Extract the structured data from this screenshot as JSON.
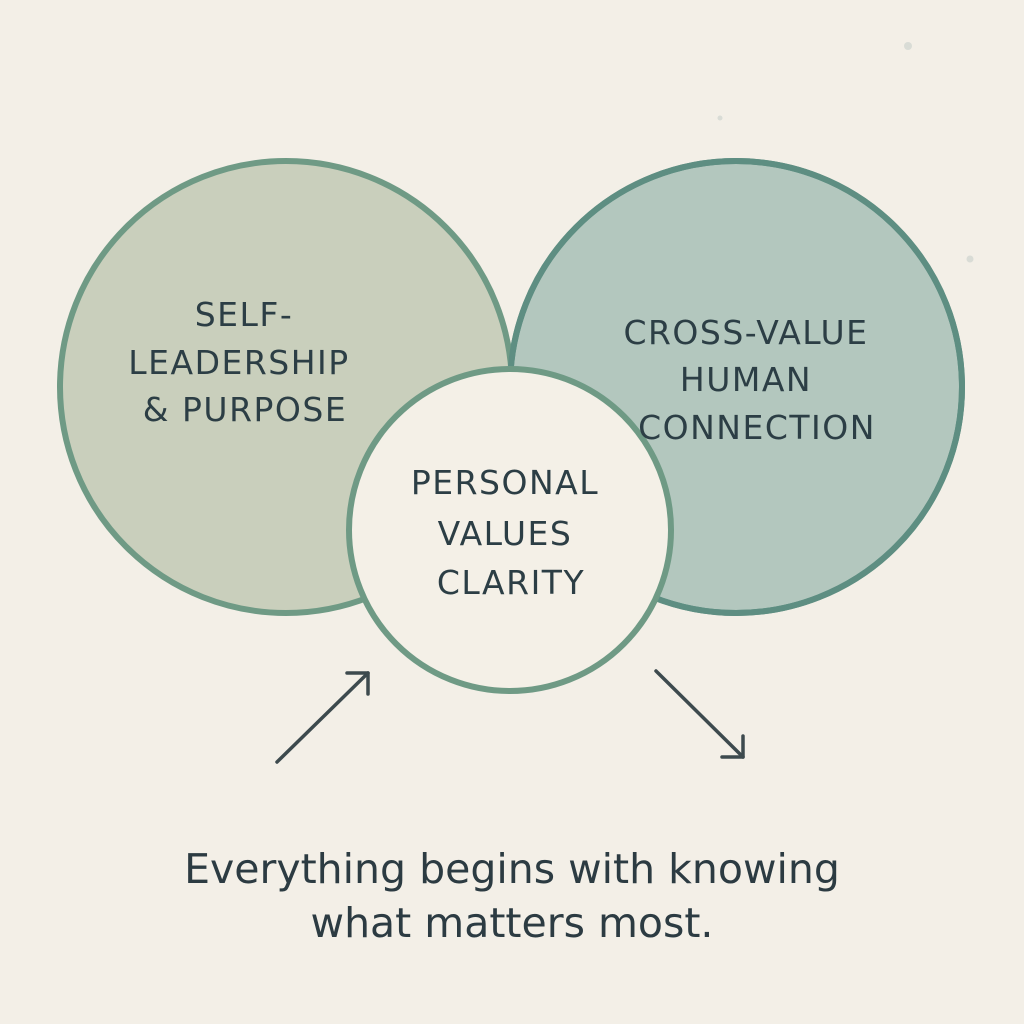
{
  "circles": {
    "left": {
      "lines": [
        "SELF-",
        "LEADERSHIP",
        "& PURPOSE"
      ],
      "fill": "#c6ccb8",
      "stroke": "#6f9a85"
    },
    "right": {
      "lines": [
        "CROSS-VALUE",
        "HUMAN",
        "CONNECTION"
      ],
      "fill": "#afc4bc",
      "stroke": "#5e8e82"
    },
    "center": {
      "lines": [
        "PERSONAL",
        "VALUES",
        "CLARITY"
      ],
      "fill": "#f4f0e7",
      "stroke": "#6f9a85"
    },
    "overlap_fill": "#6f9a85"
  },
  "caption": {
    "line1": "Everything begins with knowing",
    "line2": "what matters most."
  },
  "colors": {
    "background": "#f3efe7",
    "text": "#2c3e45",
    "arrow": "#3d4a4e"
  }
}
